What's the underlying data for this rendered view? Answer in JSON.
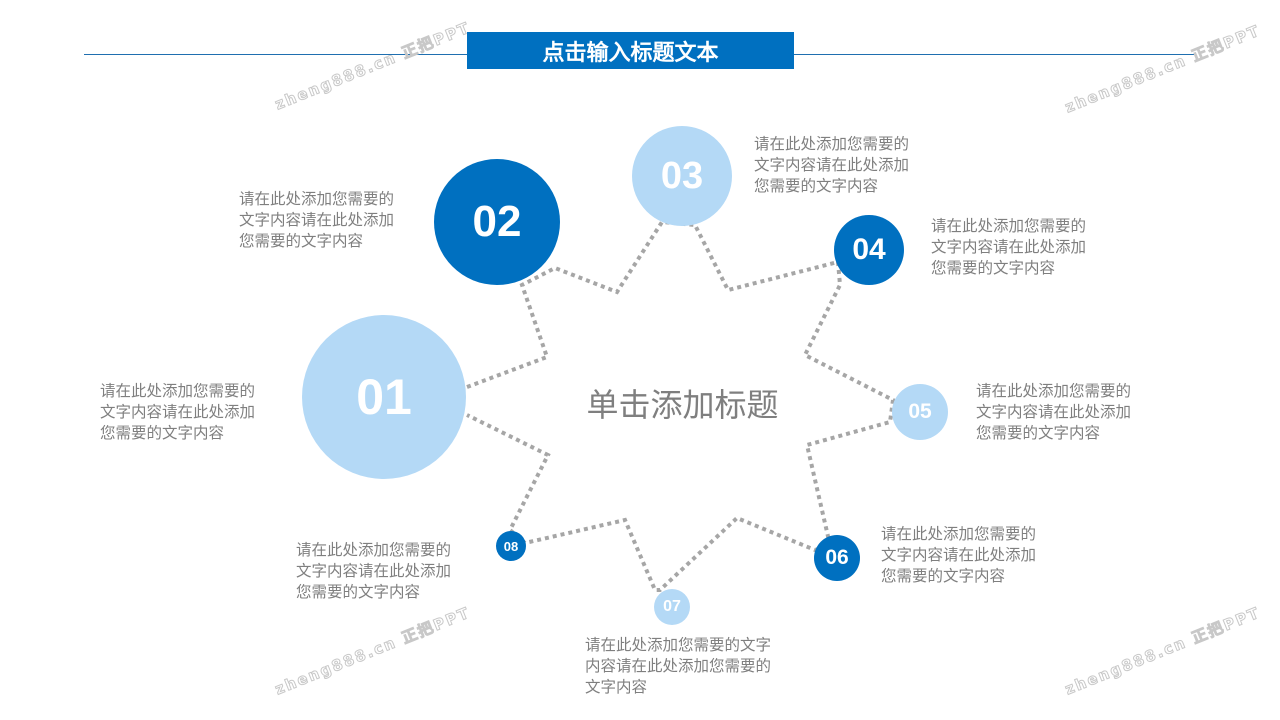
{
  "title": "点击输入标题文本",
  "center_title": "单击添加标题",
  "watermark": "zheng888.cn 正把PPT",
  "colors": {
    "dark": "#0070c0",
    "light": "#b4d9f6",
    "text": "#7f7f7f",
    "connector": "#a6a6a6"
  },
  "nodes": [
    {
      "label": "01",
      "text": [
        "请在此处添加您需要的",
        "文字内容请在此处添加",
        "您需要的文字内容"
      ]
    },
    {
      "label": "02",
      "text": [
        "请在此处添加您需要的",
        "文字内容请在此处添加",
        "您需要的文字内容"
      ]
    },
    {
      "label": "03",
      "text": [
        "请在此处添加您需要的",
        "文字内容请在此处添加",
        "您需要的文字内容"
      ]
    },
    {
      "label": "04",
      "text": [
        "请在此处添加您需要的",
        "文字内容请在此处添加",
        "您需要的文字内容"
      ]
    },
    {
      "label": "05",
      "text": [
        "请在此处添加您需要的",
        "文字内容请在此处添加",
        "您需要的文字内容"
      ]
    },
    {
      "label": "06",
      "text": [
        "请在此处添加您需要的",
        "文字内容请在此处添加",
        "您需要的文字内容"
      ]
    },
    {
      "label": "07",
      "text": [
        "请在此处添加您需要的文字",
        "内容请在此处添加您需要的",
        "文字内容"
      ]
    },
    {
      "label": "08",
      "text": [
        "请在此处添加您需要的",
        "文字内容请在此处添加",
        "您需要的文字内容"
      ]
    }
  ]
}
